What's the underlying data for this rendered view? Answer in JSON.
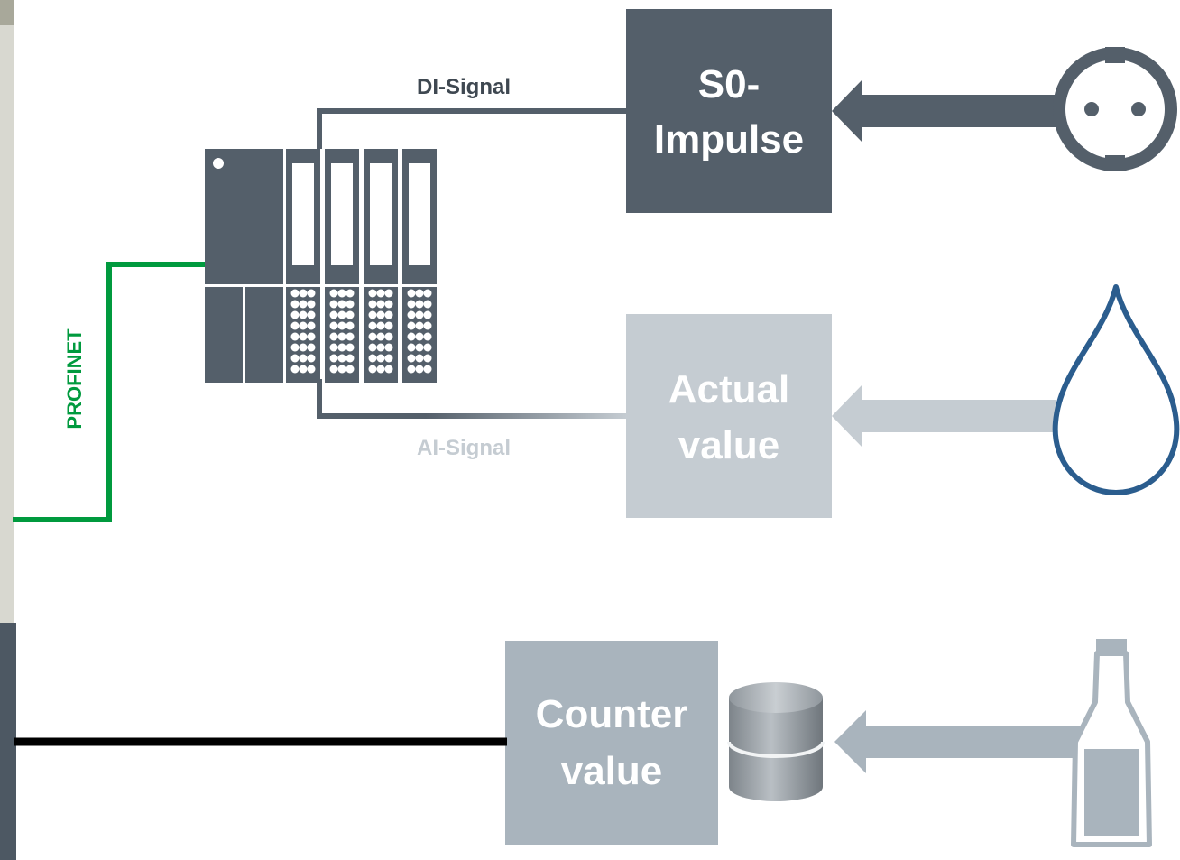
{
  "colors": {
    "dark": "#545f6a",
    "light": "#c5ccd2",
    "mid": "#a9b4bd",
    "green": "#009a3e",
    "water": "#2b5d8e",
    "side_panel_light": "#d8d8d0",
    "side_panel_dark": "#4d5863",
    "black": "#000000"
  },
  "signals": {
    "di": "DI-Signal",
    "ai": "AI-Signal",
    "network": "PROFINET"
  },
  "boxes": {
    "s0": {
      "line1": "S0-",
      "line2": "Impulse"
    },
    "actual": {
      "line1": "Actual",
      "line2": "value"
    },
    "counter": {
      "line1": "Counter",
      "line2": "value"
    }
  },
  "icons": {
    "plc": "plc-controller-icon",
    "power": "power-socket-icon",
    "water": "water-drop-icon",
    "bottle": "bottle-icon",
    "database": "database-icon"
  }
}
